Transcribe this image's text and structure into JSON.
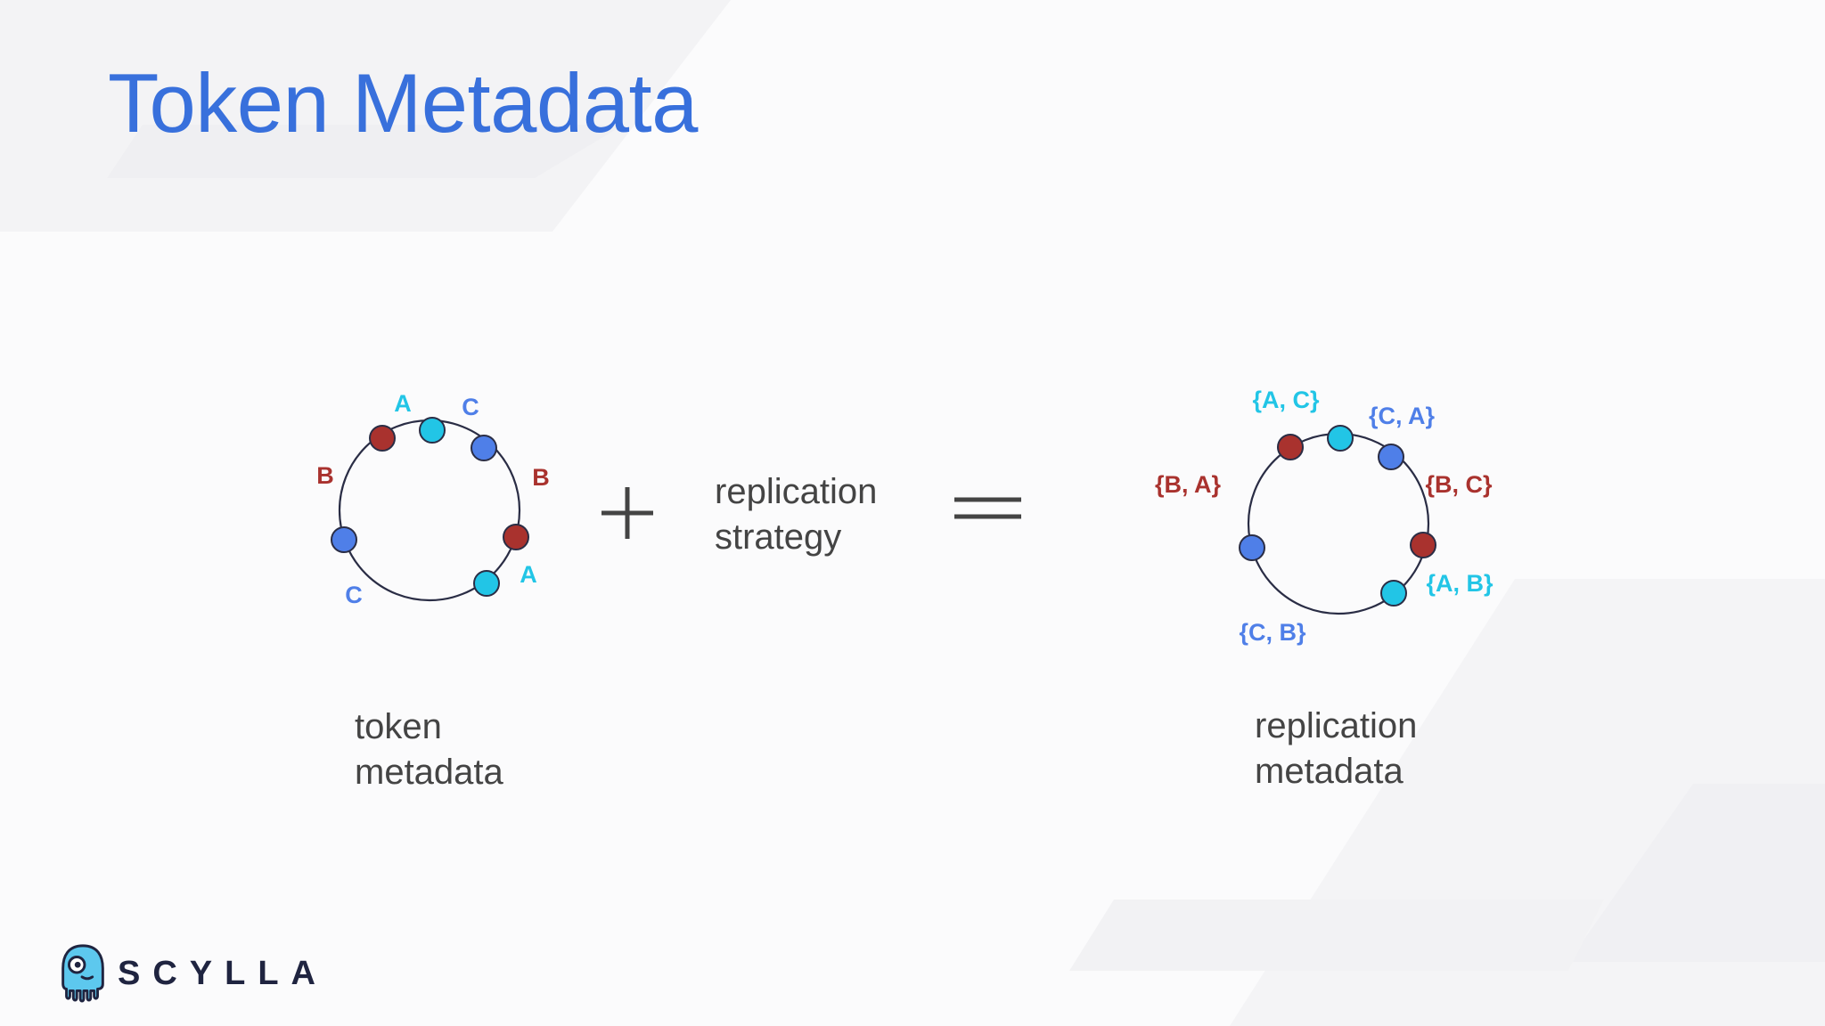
{
  "slide": {
    "title": "Token Metadata"
  },
  "diagram": {
    "left_ring": {
      "labels": [
        "A",
        "C",
        "B",
        "B",
        "C",
        "A"
      ],
      "caption_line1": "token",
      "caption_line2": "metadata"
    },
    "operator_plus": "+",
    "middle": {
      "line1": "replication",
      "line2": "strategy"
    },
    "operator_equals": "=",
    "right_ring": {
      "labels": [
        "{A, C}",
        "{C, A}",
        "{B, A}",
        "{B, C}",
        "{A, B}",
        "{C, B}"
      ],
      "caption_line1": "replication",
      "caption_line2": "metadata"
    },
    "node_colors": {
      "A": "#22c5e6",
      "B": "#a9322e",
      "C": "#4f7fe8"
    }
  },
  "brand": {
    "name": "SCYLLA"
  }
}
